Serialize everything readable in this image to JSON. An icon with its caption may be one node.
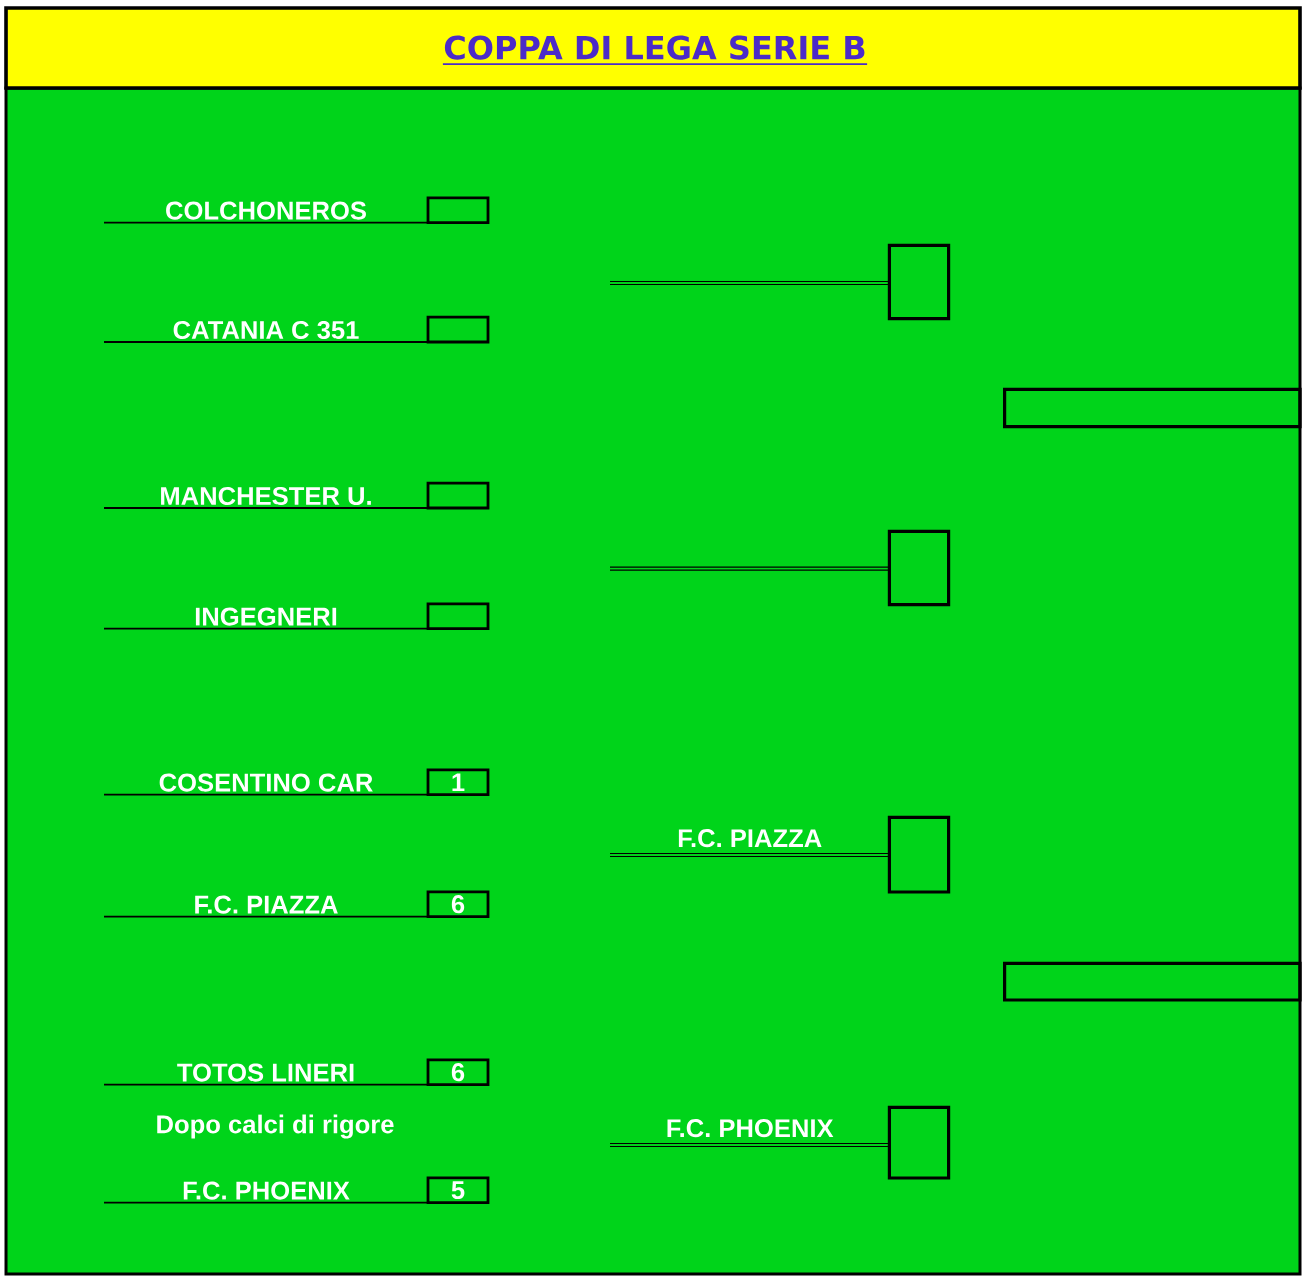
{
  "diagram": {
    "title": "COPPA DI LEGA SERIE B",
    "nodes": [
      {
        "text": [
          "COLCHONEROS"
        ]
      },
      {
        "text": [],
        "shape": "box"
      },
      {
        "text": [
          "CATANIA C 351"
        ]
      },
      {
        "text": [],
        "shape": "box"
      },
      {
        "text": [
          "MANCHESTER U."
        ]
      },
      {
        "text": [],
        "shape": "box"
      },
      {
        "text": [
          "INGEGNERI"
        ]
      },
      {
        "text": [],
        "shape": "box"
      },
      {
        "text": [
          "COSENTINO CAR"
        ]
      },
      {
        "text": [
          "1"
        ]
      },
      {
        "text": [
          "F.C. PIAZZA"
        ]
      },
      {
        "text": [
          "6"
        ]
      },
      {
        "text": [
          "TOTOS LINERI"
        ]
      },
      {
        "text": [
          "6"
        ]
      },
      {
        "text": [
          "F.C. PHOENIX"
        ]
      },
      {
        "text": [
          "5"
        ]
      },
      {
        "text": [],
        "shape": "line"
      },
      {
        "text": [],
        "shape": "box"
      },
      {
        "text": [],
        "shape": "line"
      },
      {
        "text": [],
        "shape": "box"
      },
      {
        "text": [
          "F.C. PIAZZA"
        ]
      },
      {
        "text": [],
        "shape": "box"
      },
      {
        "text": [
          "F.C. PHOENIX"
        ]
      },
      {
        "text": [],
        "shape": "box"
      },
      {
        "text": [],
        "shape": "box"
      },
      {
        "text": [],
        "shape": "box"
      }
    ],
    "labels": [
      "Dopo calci di rigore"
    ]
  }
}
